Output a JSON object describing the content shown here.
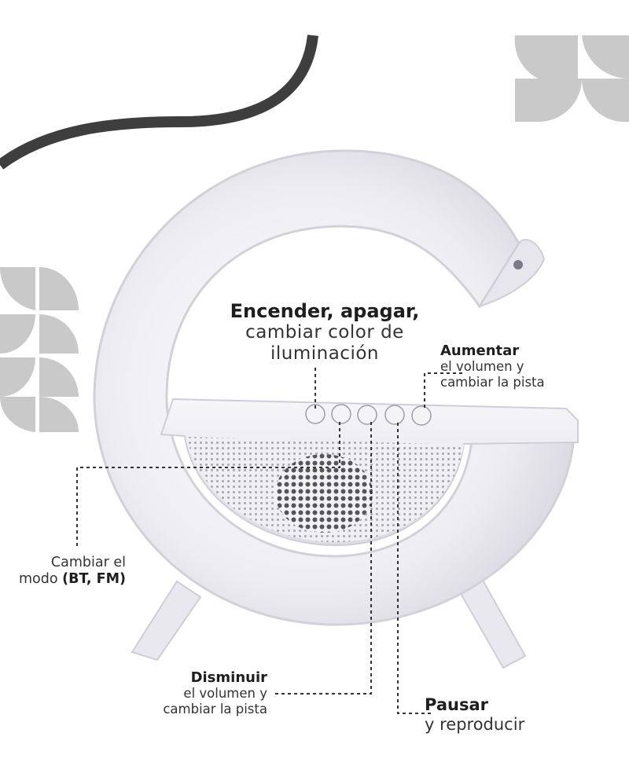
{
  "colors": {
    "product_white": "#f1f1f5",
    "product_shadow": "#c9c8d2",
    "deco_gray": "#c9c9c9",
    "deco_dark": "#3e3e3e",
    "leader_line": "#333333"
  },
  "labels": {
    "power": {
      "title": "Encender, apagar,",
      "line1": "cambiar color de",
      "line2": "iluminación"
    },
    "volume_up": {
      "title": "Aumentar",
      "line1": "el volumen y",
      "line2": "cambiar la pista"
    },
    "mode": {
      "line1": "Cambiar el",
      "line2_prefix": "modo ",
      "line2_bold": "(BT, FM)"
    },
    "volume_down": {
      "title": "Disminuir",
      "line1": "el volumen y",
      "line2": "cambiar la pista"
    },
    "play": {
      "title": "Pausar",
      "line1": "y reproducir"
    }
  },
  "icons": [
    "power-button-icon",
    "mode-button-icon",
    "volume-down-button-icon",
    "play-pause-button-icon",
    "volume-up-button-icon"
  ]
}
